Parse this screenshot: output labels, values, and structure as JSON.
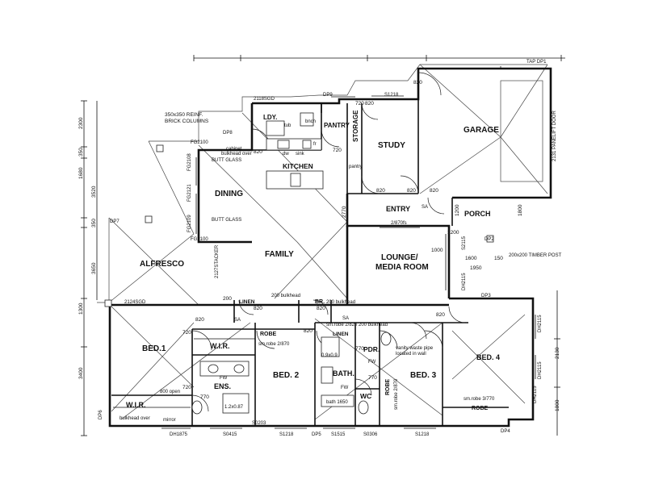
{
  "rooms": {
    "garage": "GARAGE",
    "study": "STUDY",
    "storage": "STORAGE",
    "pantry": "PANTRY",
    "laundry": "LDY.",
    "kitchen": "KITCHEN",
    "dining": "DINING",
    "family": "FAMILY",
    "alfresco": "ALFRESCO",
    "entry": "ENTRY",
    "porch": "PORCH",
    "lounge_line1": "LOUNGE/",
    "lounge_line2": "MEDIA ROOM",
    "bed1": "BED.1",
    "wir1": "W.I.R.",
    "ens": "ENS.",
    "wir2": "W.I.R.",
    "bed2": "BED. 2",
    "bath": "BATH.",
    "pdr": "PDR.",
    "wc": "WC",
    "bed3": "BED. 3",
    "bed4": "BED. 4",
    "robe_bed2": "ROBE",
    "robe_bed3": "ROBE",
    "robe_bed4": "ROBE",
    "linen_hall": "LINEN",
    "linen_bath": "LINEN",
    "br": "BR."
  },
  "notes": {
    "brick_columns_1": "350x350 REINF.",
    "brick_columns_2": "BRICK COLUMNS",
    "butt_glass_top": "BUTT GLASS",
    "butt_glass_bottom": "BUTT GLASS",
    "cabinet_bulkhead_1": "cabinet",
    "cabinet_bulkhead_2": "bulkhead over",
    "timber_post": "200x200 TIMBER POST",
    "panelift_door": "2131 PANELIFT DOOR",
    "bulkhead_family": "200 bulkhead",
    "bulkhead_br": "200 bulkhead",
    "bulkhead_hall": "200 bulkhead",
    "sm_robe_hall": "sm.robe 2/820",
    "sm_robe_bed2": "sm.robe 2/870",
    "sm_robe_bed4": "sm.robe 3/770",
    "sm_robe_bed3": "sm.robe 2/870",
    "vanity_waste_1": "vanity waste pipe",
    "vanity_waste_2": "located in wall",
    "bath_1650": "bath 1650",
    "shower_800": "800 open",
    "wir_bulkhead": "bulkhead over",
    "mirror": "mirror",
    "entry_door": "2/870fs",
    "stacker": "2127STACKER",
    "sa_entry": "SA",
    "sa_hall": "SA",
    "sa_bed1": "SA",
    "fw_1": "FW",
    "fw_2": "FW",
    "fw_3": "FW",
    "tub": "tub",
    "bench": "bnch",
    "sink": "sink",
    "dw": "dw",
    "fridge": "fr",
    "pantry_note": "pantry",
    "shower_900": "0.9x0.9",
    "shower_ens": "1.2x0.87"
  },
  "windows": {
    "w_dp9": "DP9",
    "w_s1218_study": "S1218",
    "w_2118sgd": "2118SGD",
    "w_dp8": "DP8",
    "w_fg2100_top": "FG2100",
    "w_fg2108": "FG2108",
    "w_fg2121": "FG2121",
    "w_fg2109": "FG2109",
    "w_fg2100_bottom": "FG2100",
    "w_dp7": "DP7",
    "w_2124sgd": "2124SGD",
    "w_s2115": "S2115",
    "w_dp3": "DP3",
    "w_dp2": "DP2",
    "w_tap_dp1": "TAP DP1",
    "w_dh1875": "DH1875",
    "w_s0415": "S0415",
    "w_s1218_a": "S1218",
    "w_dp5": "DP5",
    "w_s1515": "S1515",
    "w_s0306": "S0306",
    "w_s1218_b": "S1218",
    "w_dp4": "DP4",
    "w_dh2115_a": "DH2115",
    "w_dh2115_b": "DH2115",
    "w_dh2115_c": "DH2115",
    "w_dh2115_d": "DH2115",
    "w_dp6": "DP6",
    "w_s0203": "S0203"
  },
  "dimensions": {
    "d_2300": "2300",
    "d_350": "350",
    "d_1680": "1680",
    "d_3520": "3520",
    "d_3650": "3650",
    "d_1300": "1300",
    "d_350b": "350",
    "d_3400": "3400",
    "d_1600": "1600",
    "d_1950": "1950",
    "d_150": "150",
    "d_1800": "1800",
    "d_2130": "2130",
    "d_1800b": "1800",
    "door_820_a": "820",
    "door_820_b": "820",
    "door_720": "720",
    "door_820_c": "820",
    "door_820_d": "820",
    "door_820_e": "820",
    "door_820_f": "820",
    "door_820_g": "820",
    "door_820_h": "820",
    "door_720_b": "720",
    "door_720_c": "720",
    "door_770_a": "770",
    "door_770_b": "770",
    "door_770_c": "770",
    "door_2770": "2770",
    "door_1200": "1200",
    "door_1200b": "1200",
    "door_720_d": "720",
    "door_1000": "1000",
    "door_200": "200",
    "door_820_i": "820",
    "door_820_j": "820",
    "door_820_k": "820"
  }
}
